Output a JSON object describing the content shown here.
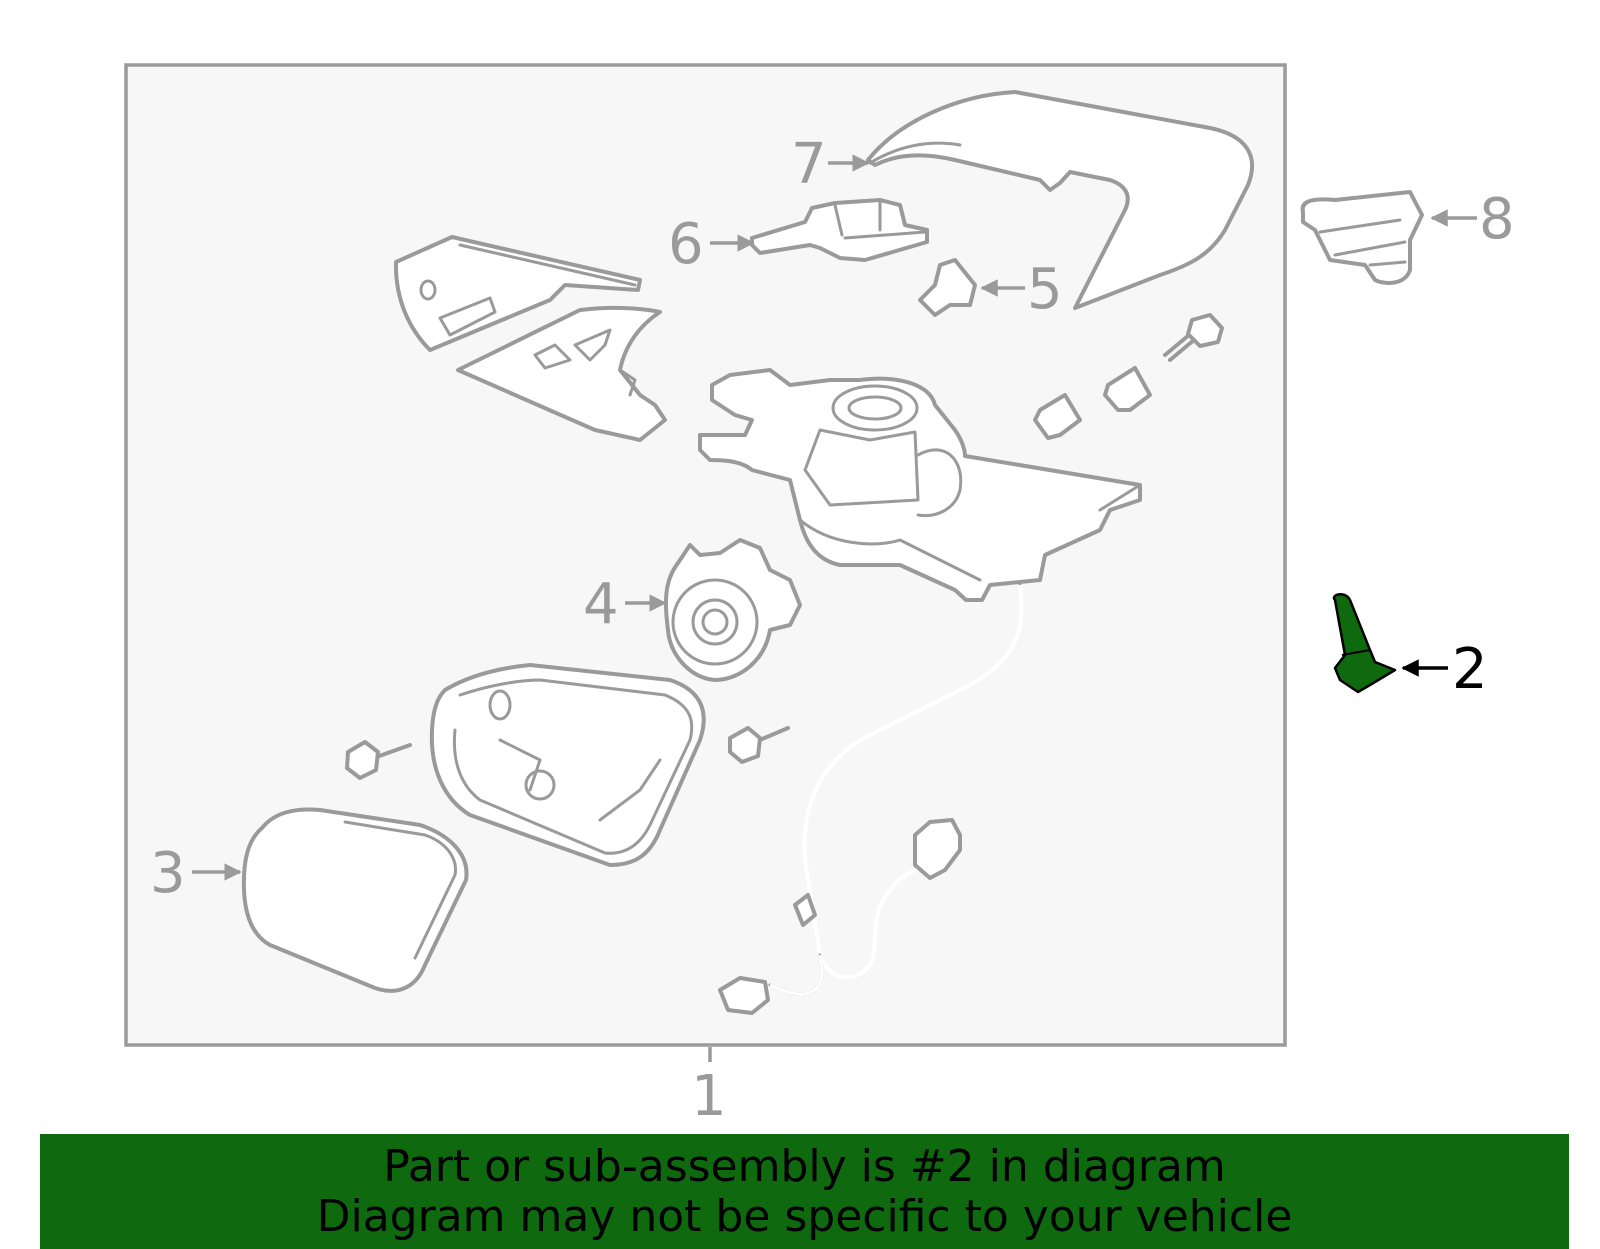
{
  "callouts": {
    "c1": "1",
    "c2": "2",
    "c3": "3",
    "c4": "4",
    "c5": "5",
    "c6": "6",
    "c7": "7",
    "c8": "8"
  },
  "highlight_color": "#0f6a0f",
  "outline_color": "#9a9a9a",
  "banner": {
    "line1": "Part or sub-assembly is #2 in diagram",
    "line2": "Diagram may not be specific to your vehicle"
  }
}
